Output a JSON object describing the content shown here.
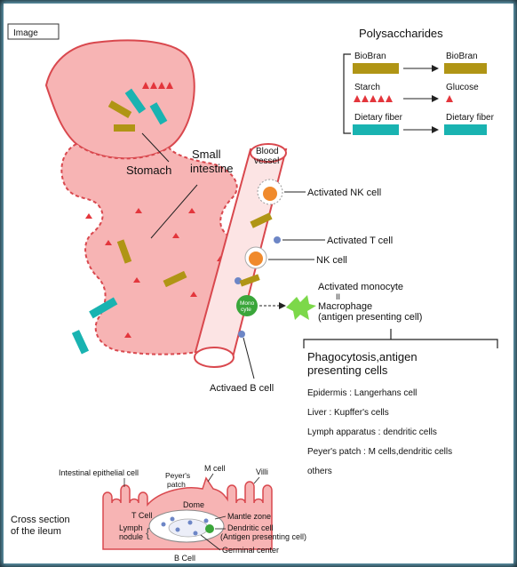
{
  "tag_label": "Image",
  "legend": {
    "title": "Polysaccharides",
    "rows": [
      {
        "from": "BioBran",
        "to": "BioBran",
        "color": "#b09515"
      },
      {
        "from": "Starch",
        "to": "Glucose",
        "color": "#e3363c"
      },
      {
        "from": "Dietary fiber",
        "to": "Dietary fiber",
        "color": "#19b3b1"
      }
    ]
  },
  "labels": {
    "stomach": "Stomach",
    "small_intestine_1": "Small",
    "small_intestine_2": "intestine",
    "blood_vessel_1": "Blood",
    "blood_vessel_2": "vessel",
    "activated_nk": "Activated NK cell",
    "activated_t": "Activated T cell",
    "nk_cell": "NK cell",
    "activated_monocyte": "Activated monocyte",
    "equals": "II",
    "macrophage": "Macrophage",
    "antigen_presenting": "(antigen presenting cell)",
    "mono_1": "Mono",
    "mono_2": "cyte",
    "activated_b": "Activaed B cell"
  },
  "phago": {
    "title_1": "Phagocytosis,antigen",
    "title_2": "presenting cells",
    "items": [
      "Epidermis : Langerhans cell",
      "Liver : Kupffer's cells",
      "Lymph apparatus : dendritic cells",
      "Peyer's patch : M cells,dendritic cells",
      "others"
    ]
  },
  "cross_section": {
    "caption_1": "Cross section",
    "caption_2": "of the ileum",
    "intestinal_epithelial": "Intestinal epithelial cell",
    "m_cell": "M cell",
    "villi": "Villi",
    "peyers_1": "Peyer's",
    "peyers_2": "patch",
    "dome": "Dome",
    "t_cell": "T Cell",
    "lymph_1": "Lymph",
    "lymph_2": "nodule",
    "mantle": "Mantle zone",
    "dendritic_1": "Dendritic cell",
    "dendritic_2": "(Antigen presenting cell)",
    "germinal": "Germinal center",
    "b_cell": "B Cell"
  },
  "colors": {
    "tissue": "#f7b4b4",
    "tissue_stroke": "#d9484e",
    "biobran": "#b09515",
    "starch": "#e3363c",
    "fiber": "#19b3b1",
    "nk": "#f08a2c",
    "monocyte": "#3aa63a",
    "macrophage": "#7cd84a",
    "lymphocyte": "#6d86c6"
  }
}
